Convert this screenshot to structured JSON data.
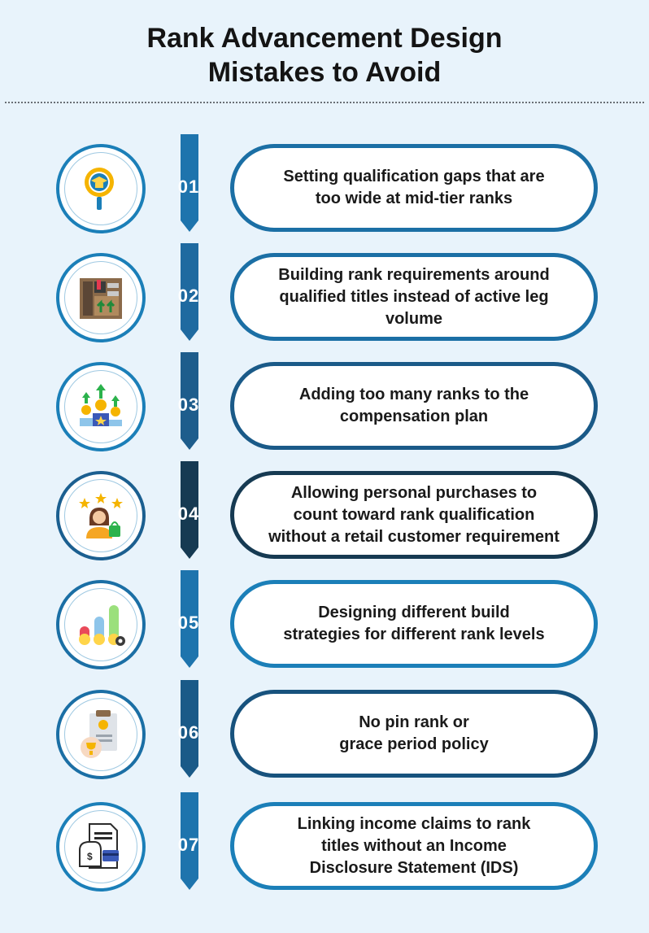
{
  "title": {
    "line1": "Rank Advancement Design",
    "line2": "Mistakes to Avoid"
  },
  "colors": {
    "background": "#e8f3fb",
    "accent": "#1b7fb8",
    "spine_dark": "#163a52",
    "text": "#1a1a1a"
  },
  "items": [
    {
      "number": "01",
      "icon": "graduation-magnifier-icon",
      "lines": [
        "Setting qualification gaps that are",
        "too wide at mid-tier ranks"
      ]
    },
    {
      "number": "02",
      "icon": "shelf-growth-icon",
      "lines": [
        "Building rank requirements around",
        "qualified titles instead of active leg",
        "volume"
      ]
    },
    {
      "number": "03",
      "icon": "podium-coins-icon",
      "lines": [
        "Adding too many ranks to the",
        "compensation plan"
      ]
    },
    {
      "number": "04",
      "icon": "shopper-stars-icon",
      "lines": [
        "Allowing personal purchases to",
        "count toward rank qualification",
        "without a retail customer requirement"
      ]
    },
    {
      "number": "05",
      "icon": "lightbulb-levels-icon",
      "lines": [
        "Designing different build",
        "strategies for different rank levels"
      ]
    },
    {
      "number": "06",
      "icon": "certificate-trophy-icon",
      "lines": [
        "No pin rank or",
        "grace period policy"
      ]
    },
    {
      "number": "07",
      "icon": "income-document-icon",
      "lines": [
        "Linking income claims to rank",
        "titles without an Income",
        "Disclosure Statement (IDS)"
      ]
    }
  ]
}
